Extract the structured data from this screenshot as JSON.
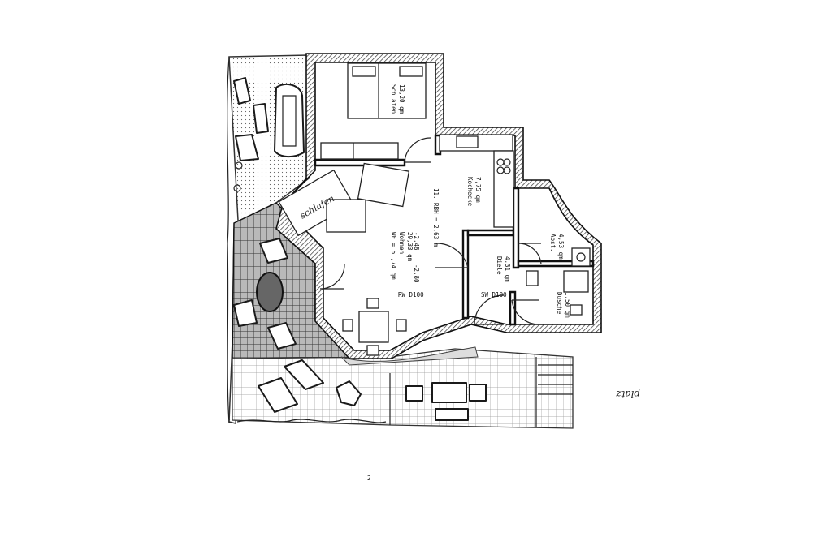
{
  "rooms": {
    "schlafen": {
      "name": "Schlafen",
      "area": "13,20 qm"
    },
    "kochecke": {
      "name": "Kochecke",
      "area": "7,75 qm"
    },
    "wohnen": {
      "name": "Wohnen",
      "area": "29,33 qm",
      "wf": "WF = 61,74 qm",
      "rbh": "11. RBH = 2,63 m"
    },
    "abst": {
      "name": "Abst.",
      "area": "4,53 qm"
    },
    "diele": {
      "name": "Diele",
      "area": "4,31 qm"
    },
    "dusche": {
      "name": "Dusche",
      "area": "1,50 qm"
    }
  },
  "doors": {
    "rw": "RW D100",
    "sw": "SW D100"
  },
  "heights": {
    "h1": "-2,48",
    "h2": "-2,80"
  },
  "annotations": {
    "sofa_note": "schlafen",
    "right_note": "platz",
    "page_mark": "2"
  },
  "colors": {
    "ink": "#111111",
    "paper": "#ffffff",
    "tile": "#888888"
  }
}
